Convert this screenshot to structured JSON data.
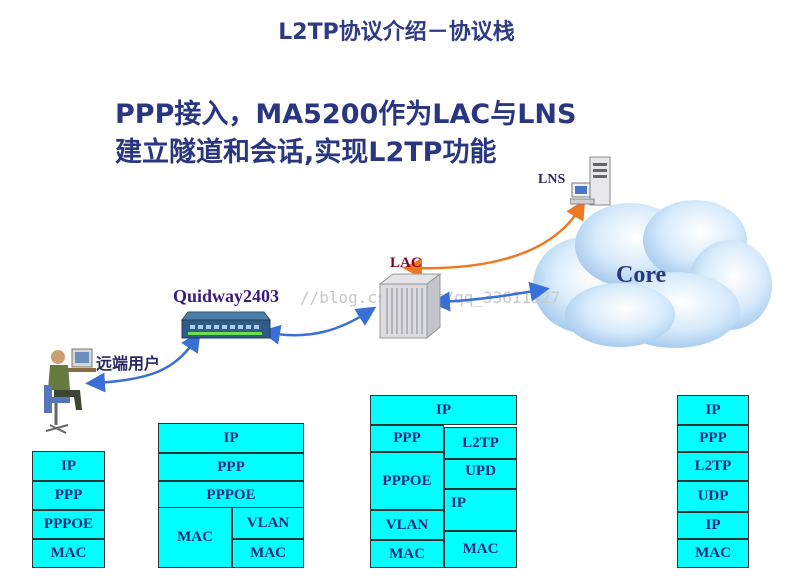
{
  "title": "L2TP协议介绍－协议栈",
  "subtitle_line1": "PPP接入，MA5200作为LAC与LNS",
  "subtitle_line2": "建立隧道和会话,实现L2TP功能",
  "labels": {
    "lns": "LNS",
    "lac": "LAC",
    "core": "Core",
    "quidway": "Quidway2403",
    "remote_user": "远端用户"
  },
  "watermark": "//blog.csdn.net/qq_33611327",
  "stacks": {
    "user": [
      "IP",
      "PPP",
      "PPPOE",
      "MAC"
    ],
    "switch": {
      "ip": "IP",
      "ppp": "PPP",
      "pppoe": "PPPOE",
      "mac_left": "MAC",
      "vlan": "VLAN",
      "mac_right": "MAC"
    },
    "lac": {
      "ip": "IP",
      "ppp": "PPP",
      "pppoe": "PPPOE",
      "vlan": "VLAN",
      "mac_left": "MAC",
      "l2tp": "L2TP",
      "upd": "UPD",
      "ip_right": "IP",
      "mac_right": "MAC"
    },
    "lns": [
      "IP",
      "PPP",
      "L2TP",
      "UDP",
      "IP",
      "MAC"
    ]
  },
  "colors": {
    "cell": "#00ffff",
    "text": "#1a2a80",
    "title": "#2e3a82",
    "blue_link": "#3a6fd8",
    "orange_link": "#ee7722"
  }
}
